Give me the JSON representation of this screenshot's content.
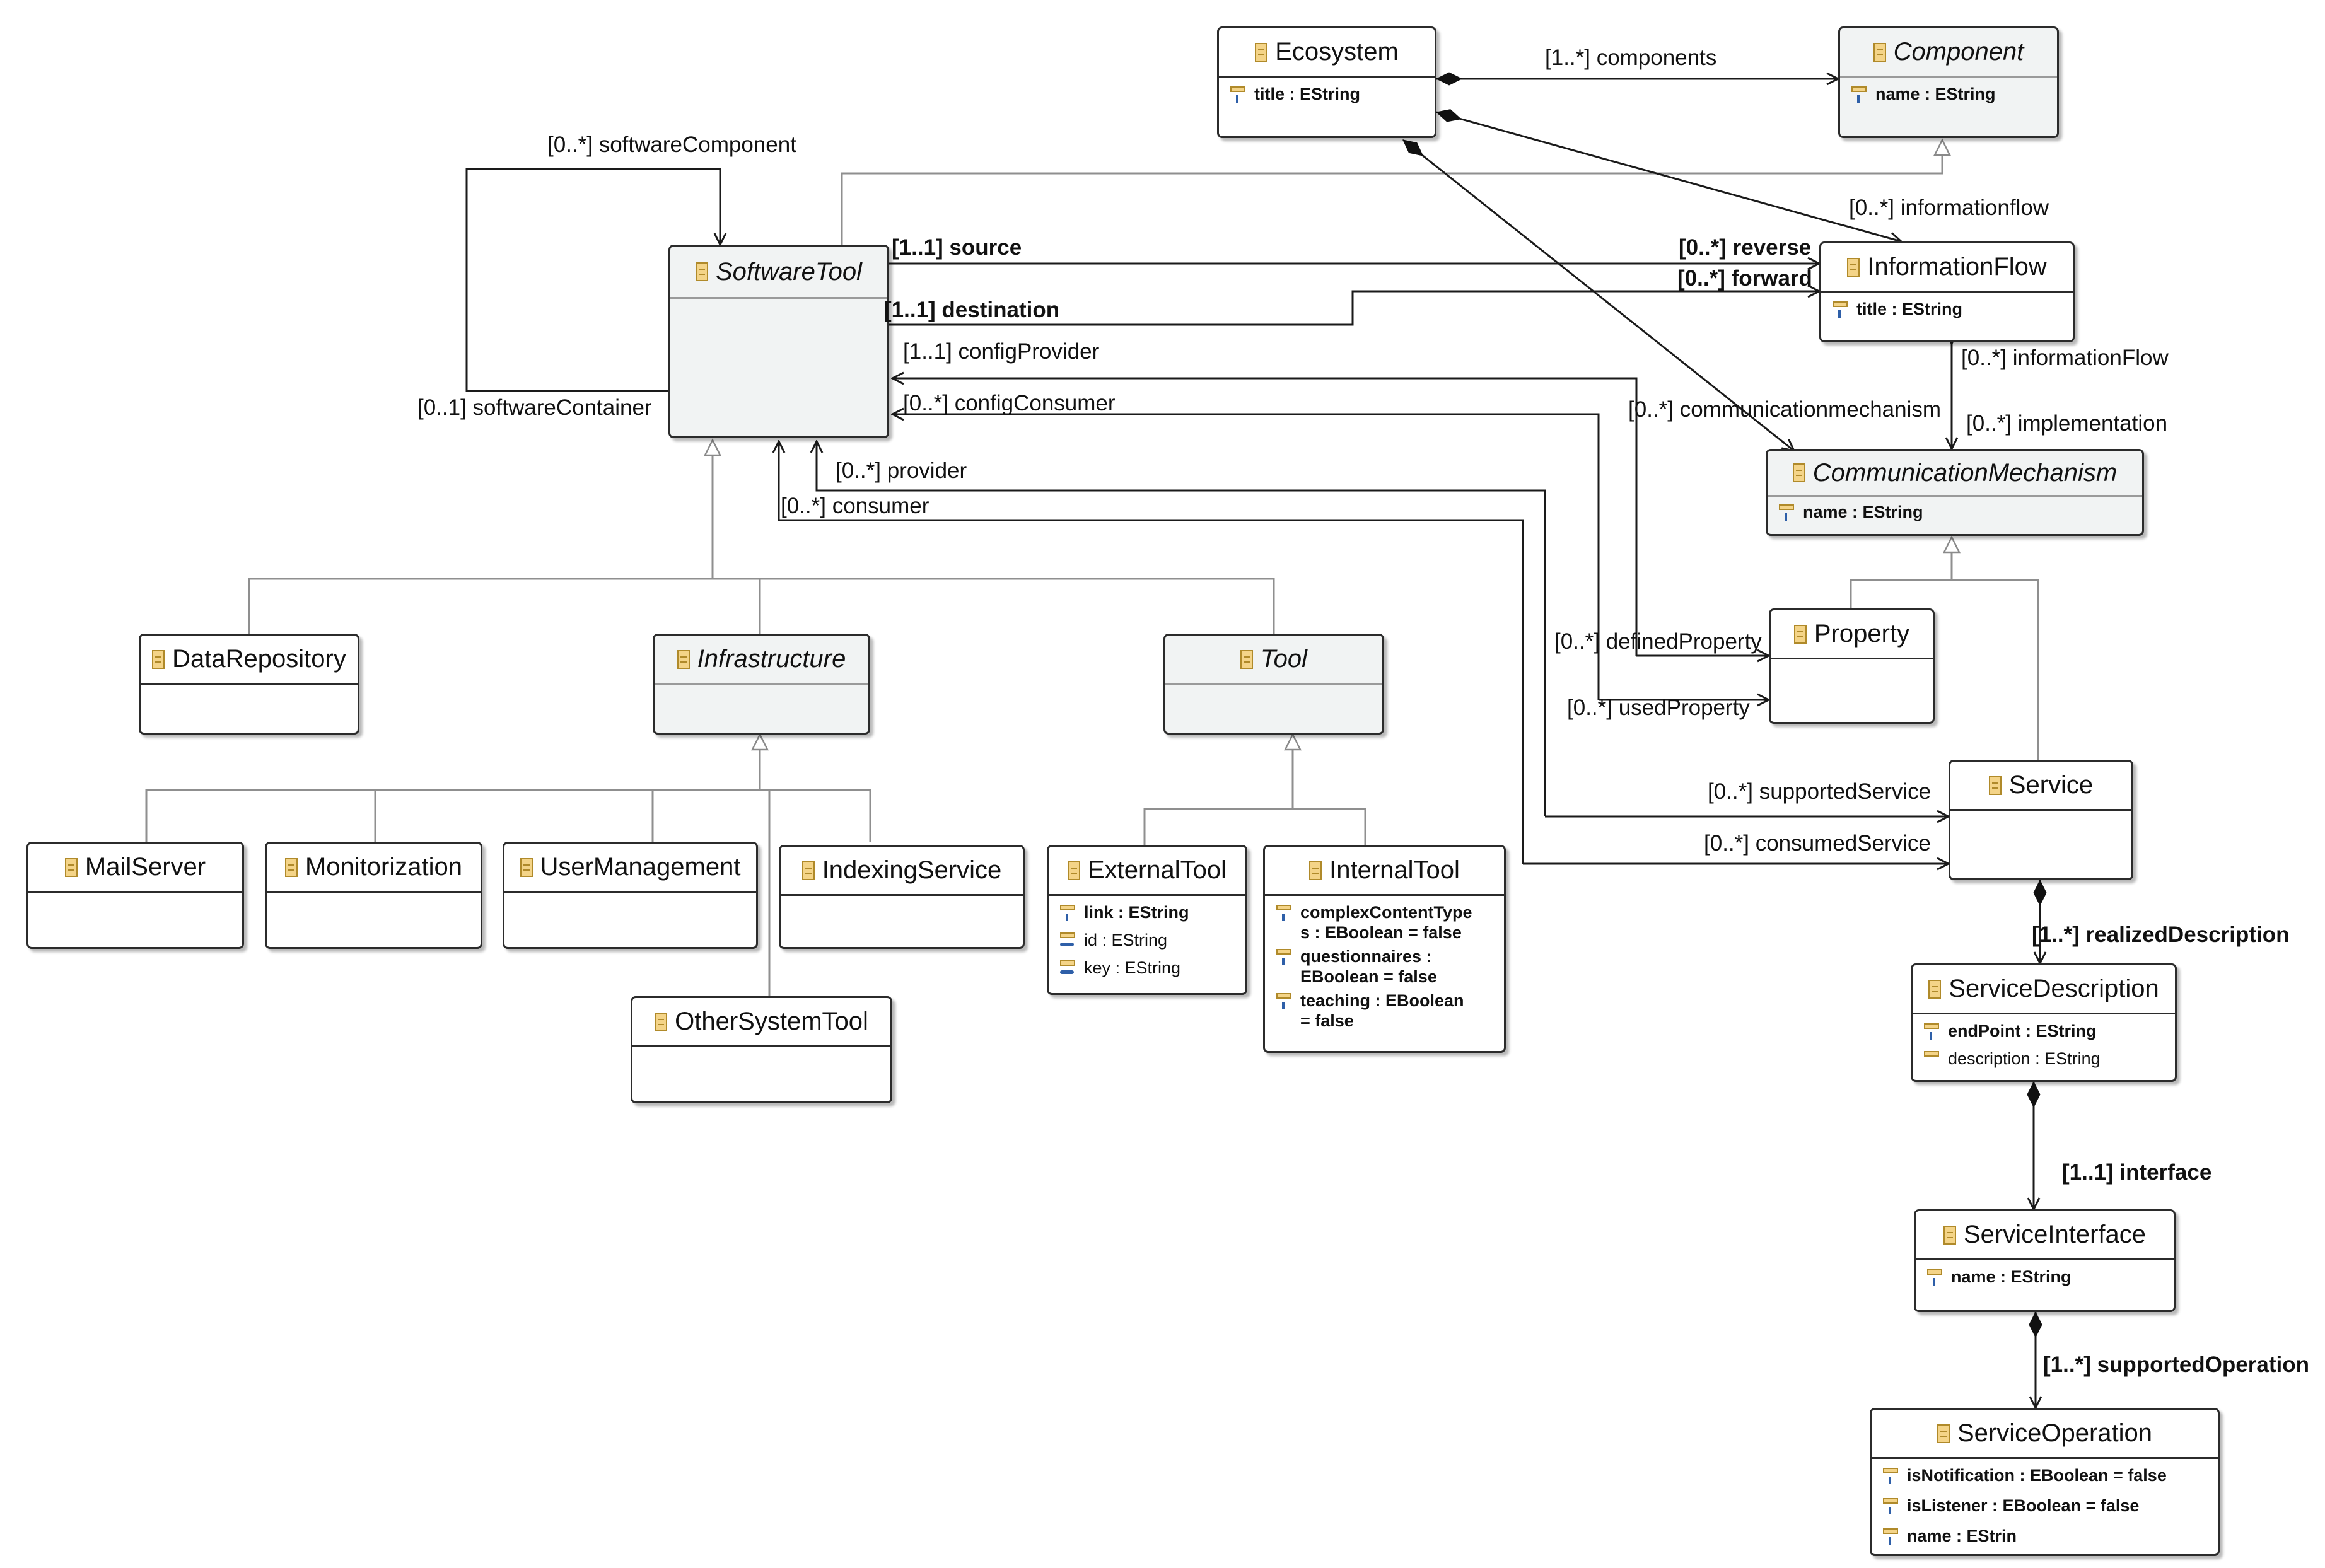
{
  "classes": {
    "ecosystem": {
      "name": "Ecosystem",
      "attrs": [
        "title : EString"
      ]
    },
    "component": {
      "name": "Component",
      "attrs": [
        "name : EString"
      ]
    },
    "softwaretool": {
      "name": "SoftwareTool"
    },
    "informationflow": {
      "name": "InformationFlow",
      "attrs": [
        "title : EString"
      ]
    },
    "communicationmechanism": {
      "name": "CommunicationMechanism",
      "attrs": [
        "name : EString"
      ]
    },
    "property": {
      "name": "Property"
    },
    "service": {
      "name": "Service"
    },
    "datarepository": {
      "name": "DataRepository"
    },
    "infrastructure": {
      "name": "Infrastructure"
    },
    "tool": {
      "name": "Tool"
    },
    "mailserver": {
      "name": "MailServer"
    },
    "monitorization": {
      "name": "Monitorization"
    },
    "usermanagement": {
      "name": "UserManagement"
    },
    "indexingservice": {
      "name": "IndexingService"
    },
    "othersystemtool": {
      "name": "OtherSystemTool"
    },
    "externaltool": {
      "name": "ExternalTool",
      "attrs": [
        "link : EString",
        "id : EString",
        "key : EString"
      ]
    },
    "internaltool": {
      "name": "InternalTool",
      "attrs": [
        "complexContentType\ns : EBoolean = false",
        "questionnaires :\nEBoolean = false",
        "teaching : EBoolean\n= false"
      ]
    },
    "servicedescription": {
      "name": "ServiceDescription",
      "attrs": [
        "endPoint : EString",
        "description : EString"
      ]
    },
    "serviceinterface": {
      "name": "ServiceInterface",
      "attrs": [
        "name : EString"
      ]
    },
    "serviceoperation": {
      "name": "ServiceOperation",
      "attrs": [
        "isNotification : EBoolean = false",
        "isListener : EBoolean = false",
        "name : EStrin"
      ]
    }
  },
  "references": {
    "components": "[1..*] components",
    "software_component": "[0..*] softwareComponent",
    "software_container": "[0..1] softwareContainer",
    "informationflow_top": "[0..*] informationflow",
    "source": "[1..1] source",
    "reverse": "[0..*] reverse",
    "forward": "[0..*] forward",
    "destination": "[1..1] destination",
    "config_provider": "[1..1] configProvider",
    "config_consumer": "[0..*] configConsumer",
    "informationflow_side": "[0..*] informationFlow",
    "communicationmechanism": "[0..*] communicationmechanism",
    "implementation": "[0..*] implementation",
    "provider": "[0..*] provider",
    "consumer": "[0..*] consumer",
    "defined_property": "[0..*] definedProperty",
    "used_property": "[0..*] usedProperty",
    "supported_service": "[0..*] supportedService",
    "consumed_service": "[0..*] consumedService",
    "realized_description": "[1..*] realizedDescription",
    "interface": "[1..1] interface",
    "supported_operation": "[1..*] supportedOperation"
  }
}
